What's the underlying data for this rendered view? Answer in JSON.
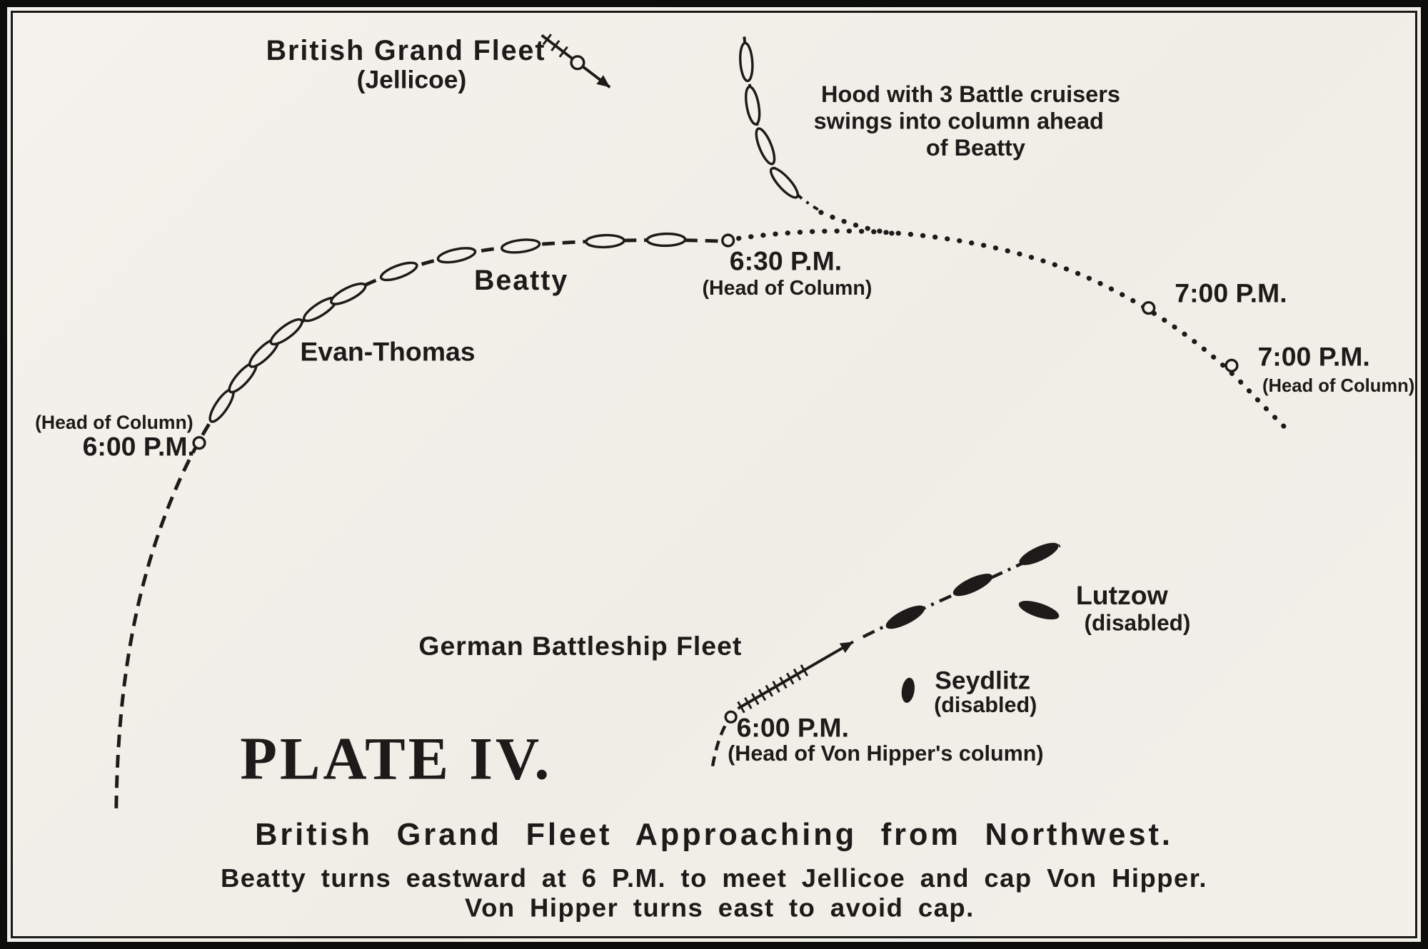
{
  "diagram": {
    "plate": "PLATE IV.",
    "title": "British Grand Fleet Approaching from Northwest.",
    "caption_line1": "Beatty turns eastward at 6 P.M. to meet Jellicoe and cap Von Hipper.",
    "caption_line2": "Von Hipper turns east to avoid cap.",
    "labels": {
      "british_grand_fleet": "British Grand Fleet",
      "jellicoe": "(Jellicoe)",
      "hood_line1": "Hood with 3 Battle cruisers",
      "hood_line2": "swings into column ahead",
      "hood_line3": "of Beatty",
      "beatty": "Beatty",
      "evan_thomas": "Evan-Thomas",
      "head_of_column_west": "(Head of Column)",
      "time_600_west": "6:00 P.M.",
      "time_630": "6:30 P.M.",
      "head_of_column_630": "(Head of Column)",
      "time_700": "7:00 P.M.",
      "time_700_head": "7:00 P.M.",
      "head_of_column_700": "(Head of Column)",
      "german_fleet": "German Battleship Fleet",
      "lutzow": "Lutzow",
      "lutzow_status": "(disabled)",
      "seydlitz": "Seydlitz",
      "seydlitz_status": "(disabled)",
      "time_600_german": "6:00 P.M.",
      "von_hipper_head": "(Head of Von Hipper's column)"
    },
    "icons": {
      "british_ship": "open-ellipse-marker",
      "german_ship": "filled-ellipse-marker",
      "position_marker": "open-circle",
      "course_arrow": "feathered-arrow"
    },
    "colors": {
      "ink": "#1c1b19",
      "paper": "#f2f0ea"
    }
  }
}
